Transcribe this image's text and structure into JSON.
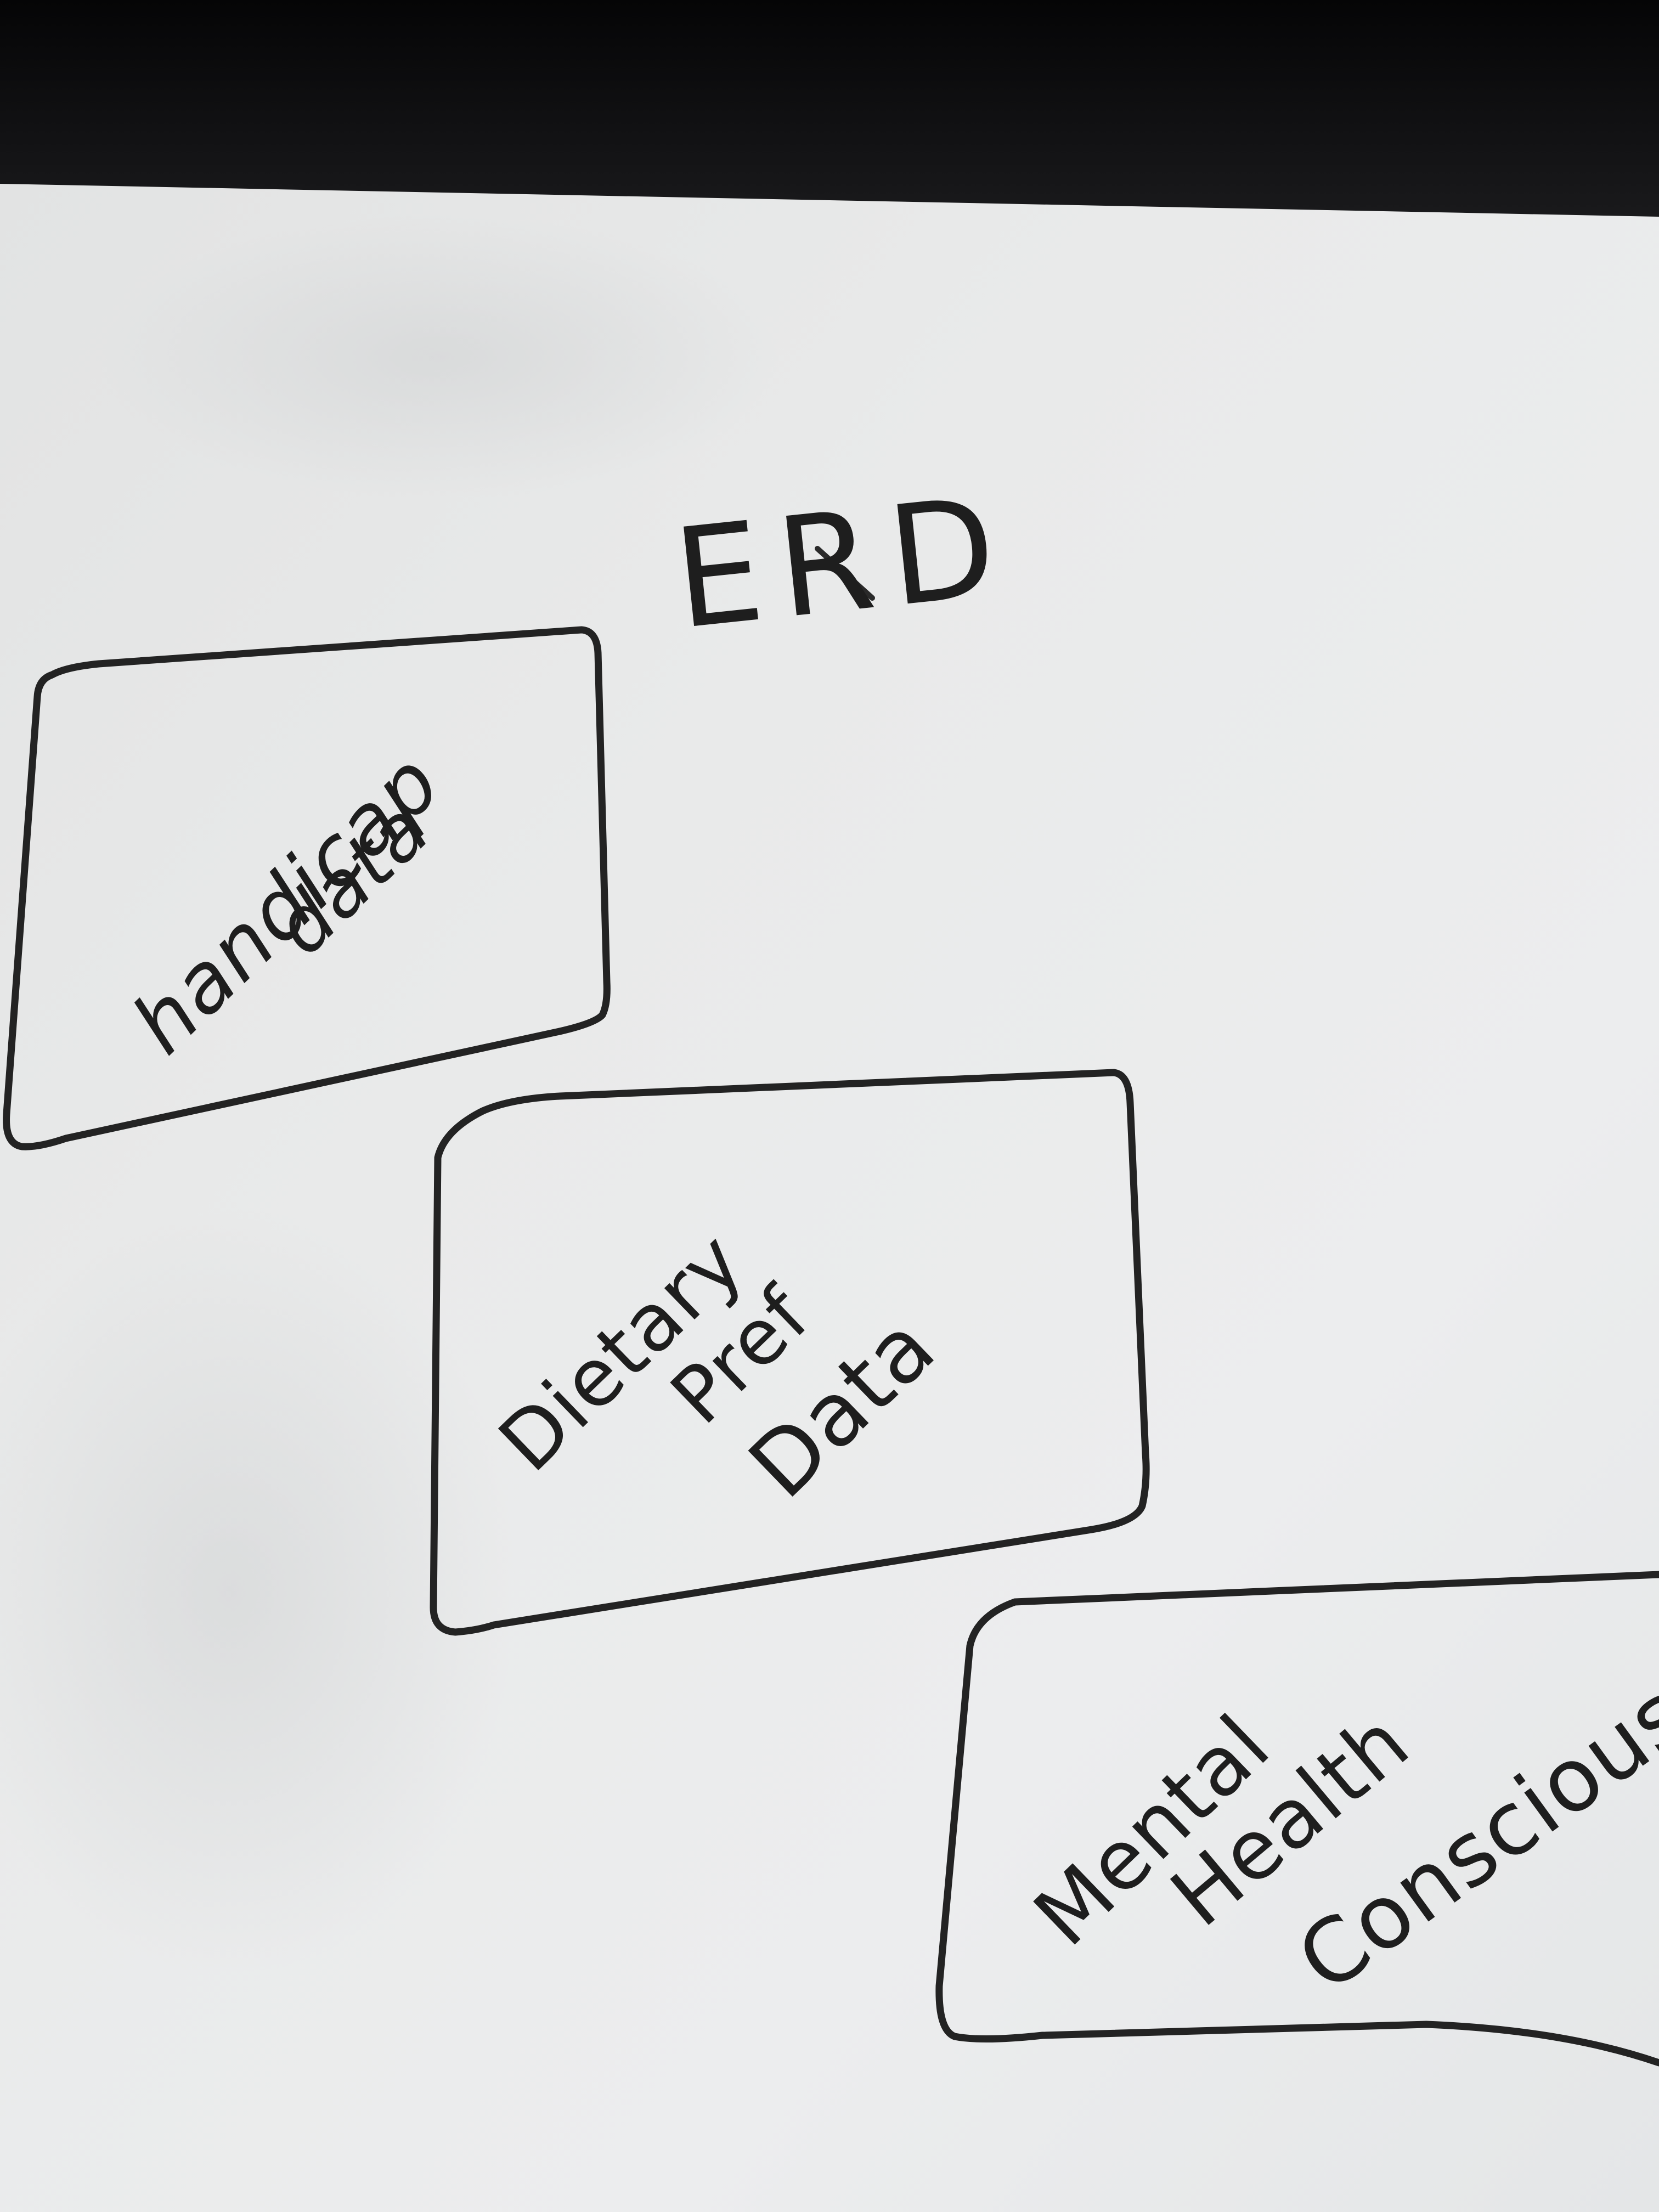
{
  "diagram": {
    "title": "ERD",
    "entities": [
      {
        "id": "handicap",
        "lines": [
          "handicap",
          "data"
        ]
      },
      {
        "id": "dietary",
        "lines": [
          "Dietary",
          "Pref",
          "Data"
        ]
      },
      {
        "id": "mental",
        "lines": [
          "Mental",
          "Health",
          "Consciousnes"
        ]
      }
    ]
  },
  "colors": {
    "board": "#e8e9e9",
    "marker": "#232323",
    "backdrop": "#0c0c0d"
  }
}
